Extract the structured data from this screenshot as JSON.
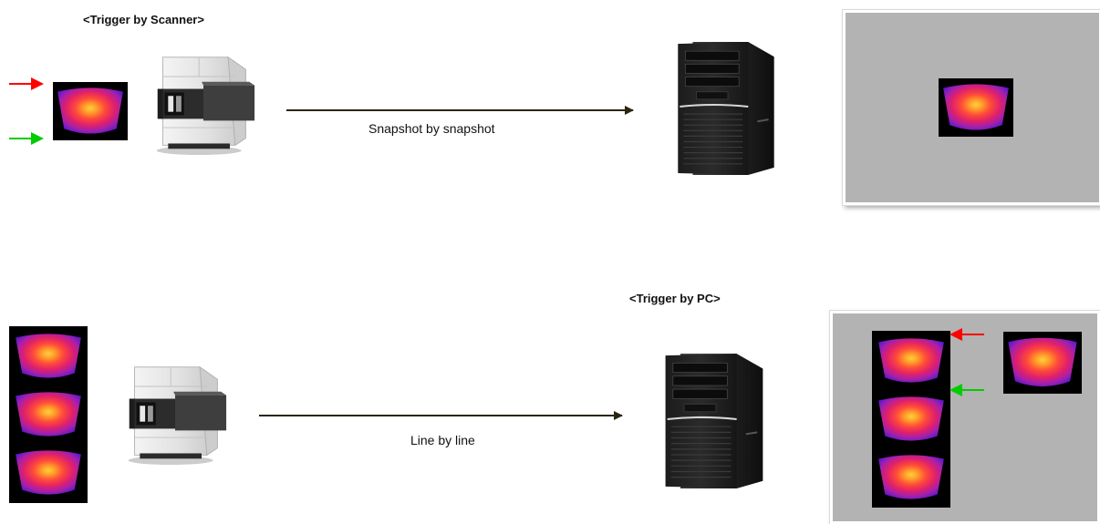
{
  "top_panel": {
    "title": "<Trigger by Scanner>",
    "arrow_label": "Snapshot by snapshot"
  },
  "bottom_panel": {
    "title": "<Trigger by PC>",
    "arrow_label": "Line by line"
  },
  "colors": {
    "trigger_start_arrow": "#ff0000",
    "trigger_end_arrow": "#00cc00",
    "flow_arrow": "#2a2512",
    "screen_background": "#b3b3b3",
    "thermal_background": "#000000"
  },
  "icons": {
    "scanner": "hyperspectral-scanner-icon",
    "computer": "desktop-tower-pc-icon"
  }
}
